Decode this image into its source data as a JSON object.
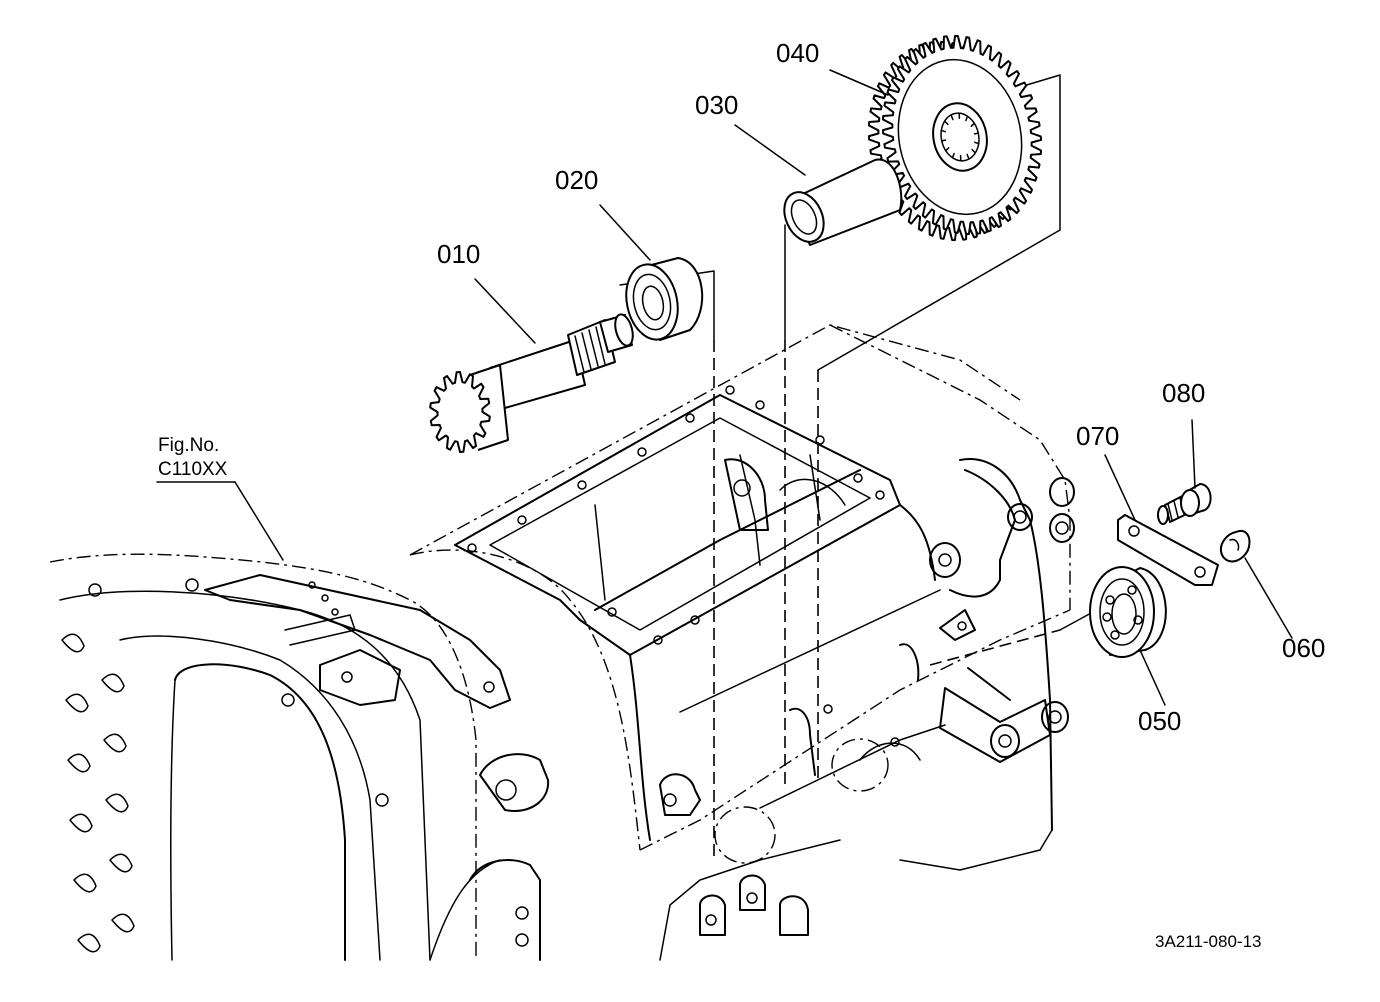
{
  "diagram": {
    "parts": [
      {
        "id": "010"
      },
      {
        "id": "020"
      },
      {
        "id": "030"
      },
      {
        "id": "040"
      },
      {
        "id": "050"
      },
      {
        "id": "060"
      },
      {
        "id": "070"
      },
      {
        "id": "080"
      }
    ],
    "reference": {
      "fig_label": "Fig.No.",
      "fig_number": "C110XX"
    },
    "drawing_code": "3A211-080-13"
  }
}
